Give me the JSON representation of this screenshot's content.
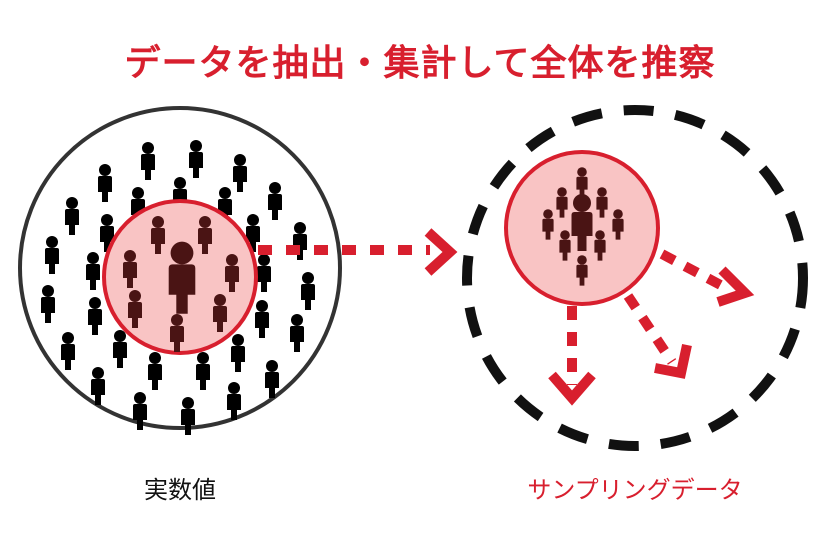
{
  "title": "データを抽出・集計して全体を推察",
  "labels": {
    "population": "実数値",
    "sample": "サンプリングデータ"
  },
  "colors": {
    "accent": "#d81f2e",
    "sample_fill": "#f9c4c4",
    "person": "#000000",
    "sampled_person": "#4a1414",
    "outline": "#333333"
  },
  "icons": [
    "person-icon",
    "dotted-arrow-icon"
  ]
}
